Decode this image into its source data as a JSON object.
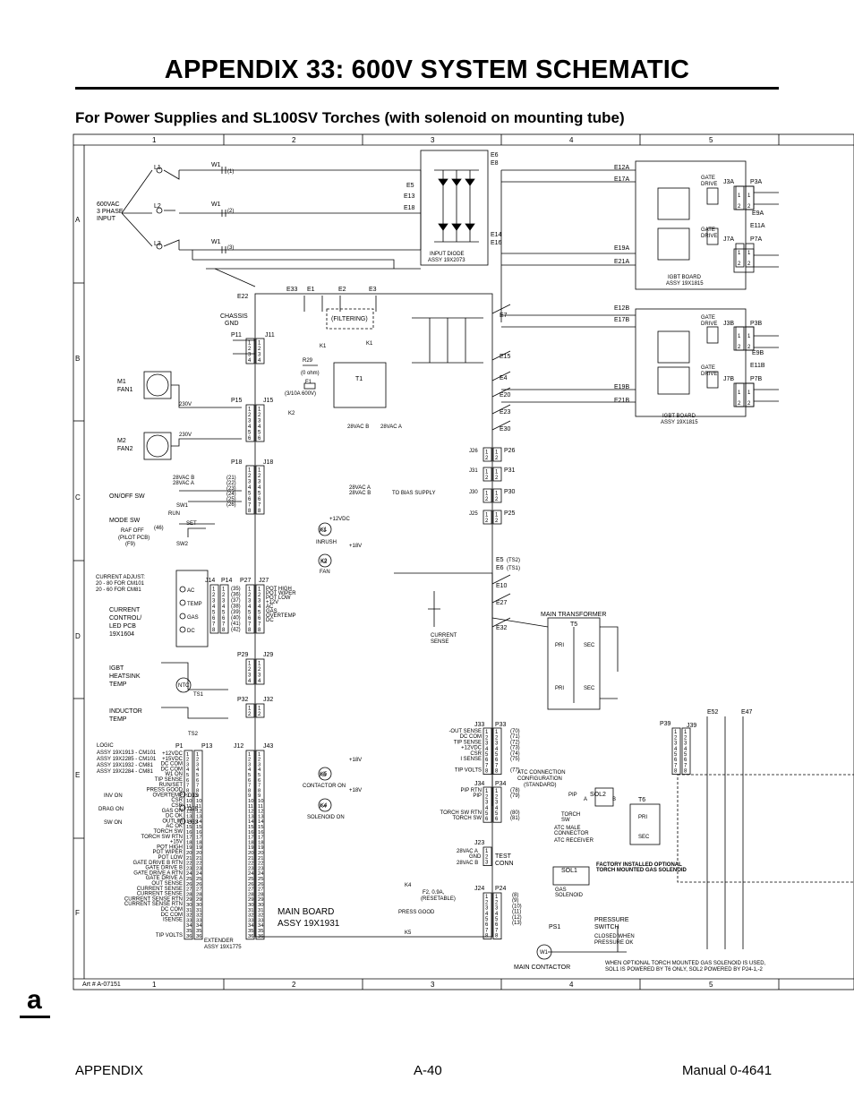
{
  "page": {
    "title": "APPENDIX 33: 600V SYSTEM SCHEMATIC",
    "subtitle": "For Power Supplies and SL100SV  Torches (with solenoid on mounting tube)",
    "tab_letter": "a",
    "footer_left": "APPENDIX",
    "footer_center": "A-40",
    "footer_right": "Manual 0-4641"
  },
  "frame": {
    "columns": [
      "1",
      "2",
      "3",
      "4",
      "5"
    ],
    "rows": [
      "A",
      "B",
      "C",
      "D",
      "E",
      "F"
    ],
    "art_number": "Art # A-07151"
  },
  "input": {
    "lines": [
      "L1",
      "L2",
      "L3"
    ],
    "label": [
      "600VAC",
      "3 PHASE",
      "INPUT"
    ],
    "w1": [
      "W1",
      "W1",
      "W1"
    ],
    "w1_nums": [
      "(1)",
      "(2)",
      "(3)"
    ]
  },
  "diode": {
    "terminals_top": [
      "E6",
      "E8"
    ],
    "terminals_left": [
      "E5",
      "E13",
      "E18"
    ],
    "terminals_right": [
      "E14",
      "E16"
    ],
    "label": [
      "INPUT DIODE",
      "ASSY 19X2073"
    ]
  },
  "igbt_a": {
    "left": [
      "E12A",
      "E17A",
      "E19A",
      "E21A"
    ],
    "gate": [
      "GATE",
      "DRIVE",
      "GATE",
      "DRIVE"
    ],
    "j": [
      "J3A",
      "J7A"
    ],
    "p": [
      "P3A",
      "P7A"
    ],
    "e": [
      "E9A",
      "E11A"
    ],
    "label": [
      "IGBT BOARD",
      "ASSY 19X1815"
    ]
  },
  "igbt_b": {
    "left": [
      "E12B",
      "E17B",
      "E19B",
      "E21B"
    ],
    "j": [
      "J3B",
      "J7B"
    ],
    "p": [
      "P3B",
      "P7B"
    ],
    "e": [
      "E9B",
      "E11B"
    ],
    "label": [
      "IGBT BOARD",
      "ASSY 19X1815"
    ]
  },
  "board": {
    "top_terms": [
      "E22",
      "E33",
      "E1",
      "E2",
      "E3"
    ],
    "chassis": [
      "CHASSIS",
      "GND"
    ],
    "filtering": "(FILTERING)",
    "right_terms": [
      "E7",
      "E15",
      "E4",
      "E20",
      "E23",
      "E30"
    ],
    "right_conns": [
      "J26",
      "P26",
      "J31",
      "P31",
      "J30",
      "P30",
      "J25",
      "P25"
    ],
    "e5e6": [
      "E5",
      "(TS2)",
      "E6",
      "(TS1)"
    ],
    "e_more": [
      "E10",
      "E27",
      "E32"
    ],
    "current_sense": [
      "CURRENT",
      "SENSE"
    ],
    "main_board": [
      "MAIN BOARD",
      "ASSY 19X1931"
    ],
    "t1": "T1",
    "r29": "R29",
    "ohm": "(0 ohm)",
    "f1": "F1",
    "f1_rating": "(3/10A 600V)",
    "k1": "K1",
    "k2": "K2",
    "vac28_b": "28VAC B",
    "vac28_a": "28VAC A",
    "to_bias": "TO BIAS SUPPLY",
    "k1_coil": "K1",
    "inrush": "INRUSH",
    "k2_coil": "K2",
    "fan": "FAN",
    "k5": "K5",
    "contactor_on": "CONTACTOR ON",
    "k4": "K4",
    "solenoid_on": "SOLENOID ON",
    "v18": "+18V",
    "v12": "+12VDC"
  },
  "left_side": {
    "fan1": [
      "M1",
      "FAN1"
    ],
    "fan2": [
      "M2",
      "FAN2"
    ],
    "v230": [
      "230V",
      "230V"
    ],
    "onoff": "ON/OFF SW",
    "sw1": "SW1",
    "mode": "MODE SW",
    "run": "RUN",
    "set": "SET",
    "rafoff": "RAF OFF",
    "pilot": [
      "(PILOT PCB)",
      "(F9)"
    ],
    "sw2": "SW2",
    "n46": "(46)",
    "cur_adjust": [
      "CURRENT ADJUST:",
      "20  -  80 FOR CM101",
      "20  -  60 FOR CM81"
    ],
    "cur_control": [
      "CURRENT",
      "CONTROL/",
      "LED PCB",
      "19X1604"
    ],
    "leds": [
      "AC",
      "TEMP",
      "GAS",
      "DC"
    ],
    "igbt_temp": [
      "IGBT",
      "HEATSINK",
      "TEMP"
    ],
    "ntc": "NTC",
    "ts1": "TS1",
    "ind_temp": [
      "INDUCTOR",
      "TEMP"
    ],
    "ts2": "TS2",
    "logic": [
      "LOGIC",
      "ASSY 19X1913 - CM101",
      "ASSY 19X2285 - CM101",
      "ASSY 19X1932 - CM81",
      "ASSY 19X2284 - CM81"
    ],
    "inv_on": "INV ON",
    "d13": "D13",
    "drag_on": "DRAG ON",
    "d25": "D25",
    "sw_on": "SW ON",
    "d33": "D33"
  },
  "connectors": {
    "p11": "P11",
    "j11": "J11",
    "p15": "P15",
    "j15": "J15",
    "p18": "P18",
    "j18": "J18",
    "j14": "J14",
    "p14": "P14",
    "p27": "P27",
    "j27": "J27",
    "p29": "P29",
    "j29": "J29",
    "p32": "P32",
    "j32": "J32",
    "p1": "P1",
    "p13": "P13",
    "j12": "J12",
    "j43": "J43",
    "extender": [
      "EXTENDER",
      "ASSY 19X1775"
    ]
  },
  "j18_labels": [
    "28VAC B",
    "28VAC A"
  ],
  "j18_nums": [
    "(21)",
    "(22)",
    "(23)",
    "(24)",
    "(25)",
    "(26)"
  ],
  "j18_right": [
    "28VAC A",
    "28VAC B"
  ],
  "j27_right": [
    "POT HIGH",
    "POT WIPER",
    "POT LOW",
    "+12V",
    "AC",
    "GAS",
    "OVERTEMP",
    "DC"
  ],
  "j14_nums": [
    "(35)",
    "(36)",
    "(37)",
    "(38)",
    "(39)",
    "(40)",
    "(41)",
    "(42)"
  ],
  "logic_signals": [
    "+12VDC",
    "+15VDC",
    "DC COM",
    "DC COM",
    "W1 ON",
    "TIP SENSE",
    "RUN/SET",
    "PRESS GOOD",
    "OVERTEMP",
    "CSR",
    "CSR",
    "GAS ON",
    "DC OK",
    "OUTLIM",
    "AC OK",
    "TORCH SW",
    "TORCH SW RTN",
    "+15V",
    "POT HIGH",
    "POT WIPER",
    "POT LOW",
    "GATE DRIVE B RTN",
    "GATE DRIVE B",
    "GATE DRIVE A RTN",
    "GATE DRIVE A",
    "OUT SENSE",
    "CURRENT SENSE",
    "CURRENT SENSE",
    "CURRENT SENSE RTN",
    "CURRENT SENSE RTN",
    "DC COM",
    "DC COM",
    "ISENSE",
    "",
    "",
    "TIP VOLTS"
  ],
  "bottom_mid": {
    "j33": "J33",
    "p33": "P33",
    "j33_labels": [
      "-OUT SENSE",
      "DC COM",
      "TIP SENSE",
      "+12VDC",
      "CSR",
      "I SENSE",
      "",
      "TIP VOLTS"
    ],
    "j33_nums": [
      "(70)",
      "(71)",
      "(72)",
      "(73)",
      "(74)",
      "(75)",
      "",
      "(77)"
    ],
    "atc": [
      "ATC CONNECTION",
      "CONFIGURATION",
      "(STANDARD)"
    ],
    "j34": "J34",
    "p34": "P34",
    "j34_labels": [
      "PIP RTN",
      "PIP",
      "",
      "",
      "TORCH SW RTN",
      "TORCH SW"
    ],
    "j34_nums": [
      "(78)",
      "(79)",
      "",
      "",
      "(80)",
      "(81)"
    ],
    "pip": "PIP",
    "torch_sw": [
      "TORCH",
      "SW"
    ],
    "atc_male": [
      "ATC MALE",
      "CONNECTOR"
    ],
    "atc_recv": "ATC RECEIVER",
    "j23": "J23",
    "j23_labels": [
      "28VAC A",
      "GND",
      "28VAC B"
    ],
    "test_conn": [
      "TEST",
      "CONN"
    ],
    "j24": "J24",
    "p24": "P24",
    "j24_nums": [
      "(8)",
      "(9)",
      "(10)",
      "(11)",
      "(12)",
      "(13)"
    ],
    "k4": "K4",
    "k5": "K5",
    "f2": [
      "F2, 0.9A,",
      "(RESETABLE)"
    ],
    "press_good": "PRESS GOOD"
  },
  "right_bottom": {
    "main_transformer": "MAIN TRANSFORMER",
    "t5": "T5",
    "pri": "PRI",
    "sec": "SEC",
    "p39": "P39",
    "j39": "J39",
    "e52": "E52",
    "e47": "E47",
    "t6": "T6",
    "sol2": "SOL2",
    "a": "A",
    "b": "B",
    "factory": [
      "FACTORY INSTALLED OPTIONAL",
      "TORCH MOUNTED GAS SOLENOID"
    ],
    "sol1": "SOL1",
    "gas_solenoid": [
      "GAS",
      "SOLENOID"
    ],
    "ps1": "PS1",
    "pressure": [
      "PRESSURE",
      "SWITCH"
    ],
    "closed": [
      "CLOSED WHEN",
      "PRESSURE OK"
    ],
    "w1": "W1",
    "main_contactor": "MAIN CONTACTOR",
    "note": [
      "WHEN OPTIONAL TORCH MOUNTED GAS SOLENOID IS USED,",
      "SOL1 IS POWERED BY T6 ONLY, SOL2 POWERED BY P24-1,-2"
    ]
  }
}
